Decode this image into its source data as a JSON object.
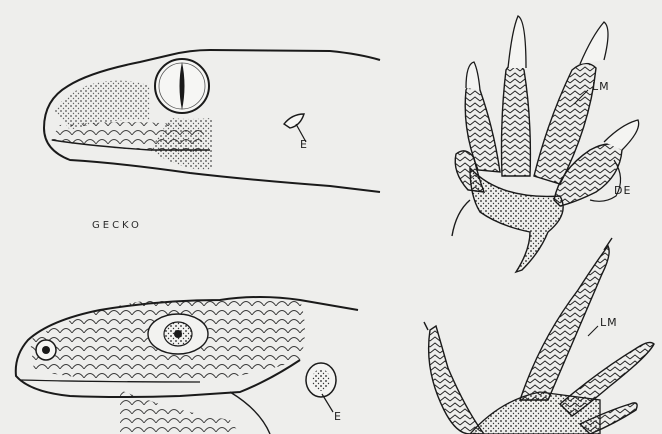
{
  "figure": {
    "caption": "GECKO",
    "labels": {
      "gecko_ear": "E",
      "gecko_lamellae": "LM",
      "gecko_digit_expansion": "DE",
      "lizard_ear": "E",
      "lizard_lamellae": "LM"
    },
    "colors": {
      "paper": "#eeeeec",
      "ink": "#1a1a1a"
    }
  }
}
